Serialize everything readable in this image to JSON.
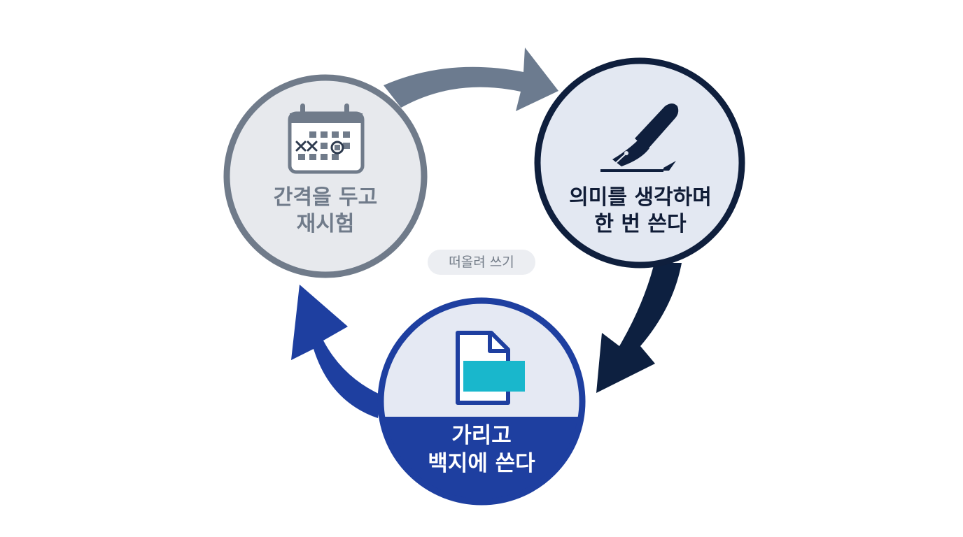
{
  "nodes": {
    "left": {
      "lines": [
        "간격을 두고",
        "재시험"
      ],
      "icon": "calendar-icon",
      "color": "#707b8a",
      "fill": "#e7e9ed"
    },
    "right": {
      "lines": [
        "의미를 생각하며",
        "한 번 쓴다"
      ],
      "icon": "fountain-pen-icon",
      "color": "#0f1f3d",
      "fill": "#e3e8f2"
    },
    "bottom": {
      "lines": [
        "가리고",
        "백지에 쓴다"
      ],
      "icon": "covered-document-icon",
      "color": "#1e3fa0",
      "fill": "#e5e9f3",
      "cover_color": "#19b7cc"
    }
  },
  "center_label": "떠올려 쓰기",
  "arrows": {
    "left_to_right_color": "#6c7b8f",
    "right_to_bottom_color": "#0d2040",
    "bottom_to_left_color": "#1e3fa0"
  }
}
